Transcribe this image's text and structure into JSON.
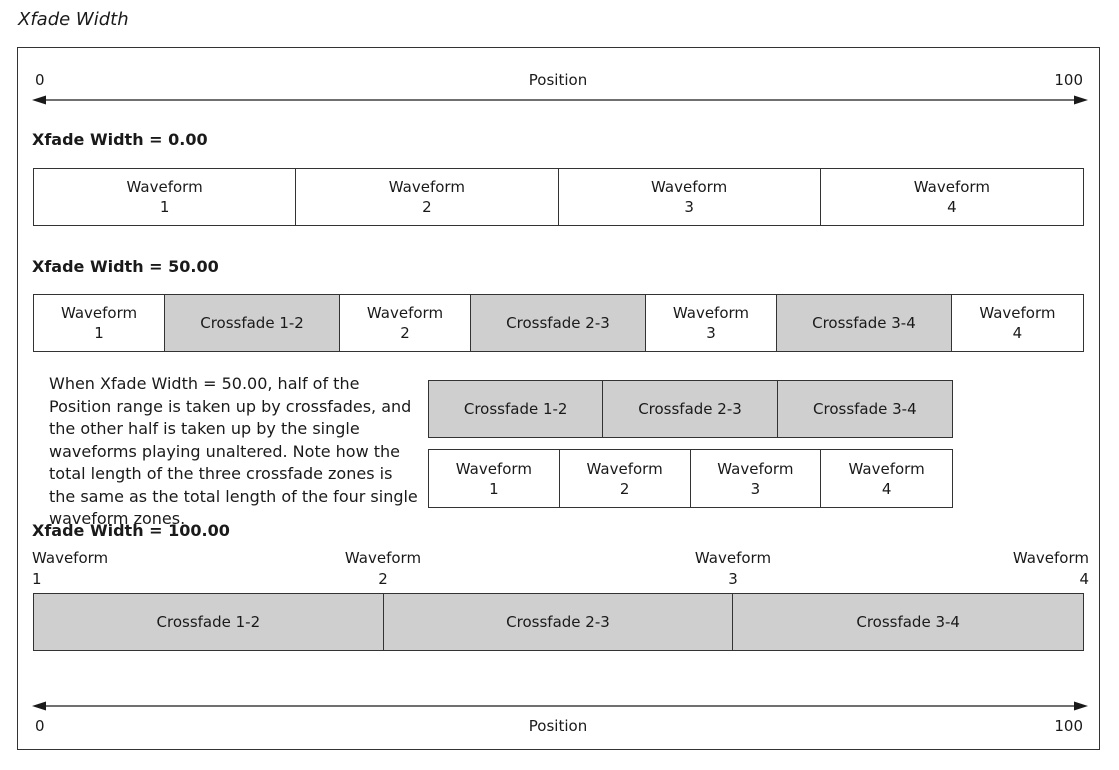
{
  "figure_title": "Xfade Width",
  "axis_top": {
    "start": "0",
    "label": "Position",
    "end": "100"
  },
  "axis_bottom": {
    "start": "0",
    "label": "Position",
    "end": "100"
  },
  "section_0": {
    "heading": "Xfade Width = 0.00",
    "cells": [
      {
        "line1": "Waveform",
        "line2": "1",
        "fraction": 0.25,
        "shade": "none"
      },
      {
        "line1": "Waveform",
        "line2": "2",
        "fraction": 0.25,
        "shade": "none"
      },
      {
        "line1": "Waveform",
        "line2": "3",
        "fraction": 0.25,
        "shade": "none"
      },
      {
        "line1": "Waveform",
        "line2": "4",
        "fraction": 0.25,
        "shade": "none"
      }
    ]
  },
  "section_50": {
    "heading": "Xfade Width = 50.00",
    "cells": [
      {
        "line1": "Waveform",
        "line2": "1",
        "fraction": 0.125,
        "shade": "none"
      },
      {
        "line1": "Crossfade 1-2",
        "line2": "",
        "fraction": 0.1667,
        "shade": "gray"
      },
      {
        "line1": "Waveform",
        "line2": "2",
        "fraction": 0.125,
        "shade": "none"
      },
      {
        "line1": "Crossfade 2-3",
        "line2": "",
        "fraction": 0.1667,
        "shade": "gray"
      },
      {
        "line1": "Waveform",
        "line2": "3",
        "fraction": 0.125,
        "shade": "none"
      },
      {
        "line1": "Crossfade 3-4",
        "line2": "",
        "fraction": 0.1667,
        "shade": "gray"
      },
      {
        "line1": "Waveform",
        "line2": "4",
        "fraction": 0.125,
        "shade": "none"
      }
    ],
    "note": "When Xfade Width = 50.00, half of the Position range is taken up by crossfades, and the other half is taken up by the single waveforms playing unaltered. Note how the total length of the three crossfade zones is the same as the total length of the four single waveform zones.",
    "crossfade_cells": [
      "Crossfade 1-2",
      "Crossfade 2-3",
      "Crossfade 3-4"
    ],
    "waveform_cells": [
      {
        "line1": "Waveform",
        "line2": "1"
      },
      {
        "line1": "Waveform",
        "line2": "2"
      },
      {
        "line1": "Waveform",
        "line2": "3"
      },
      {
        "line1": "Waveform",
        "line2": "4"
      }
    ]
  },
  "section_100": {
    "heading": "Xfade Width = 100.00",
    "markers": [
      {
        "line1": "Waveform",
        "line2": "1"
      },
      {
        "line1": "Waveform",
        "line2": "2"
      },
      {
        "line1": "Waveform",
        "line2": "3"
      },
      {
        "line1": "Waveform",
        "line2": "4"
      }
    ],
    "cells": [
      "Crossfade 1-2",
      "Crossfade 2-3",
      "Crossfade 3-4"
    ]
  },
  "colors": {
    "crossfade_fill": "#cfcfcf",
    "line": "#1a1a1a"
  }
}
